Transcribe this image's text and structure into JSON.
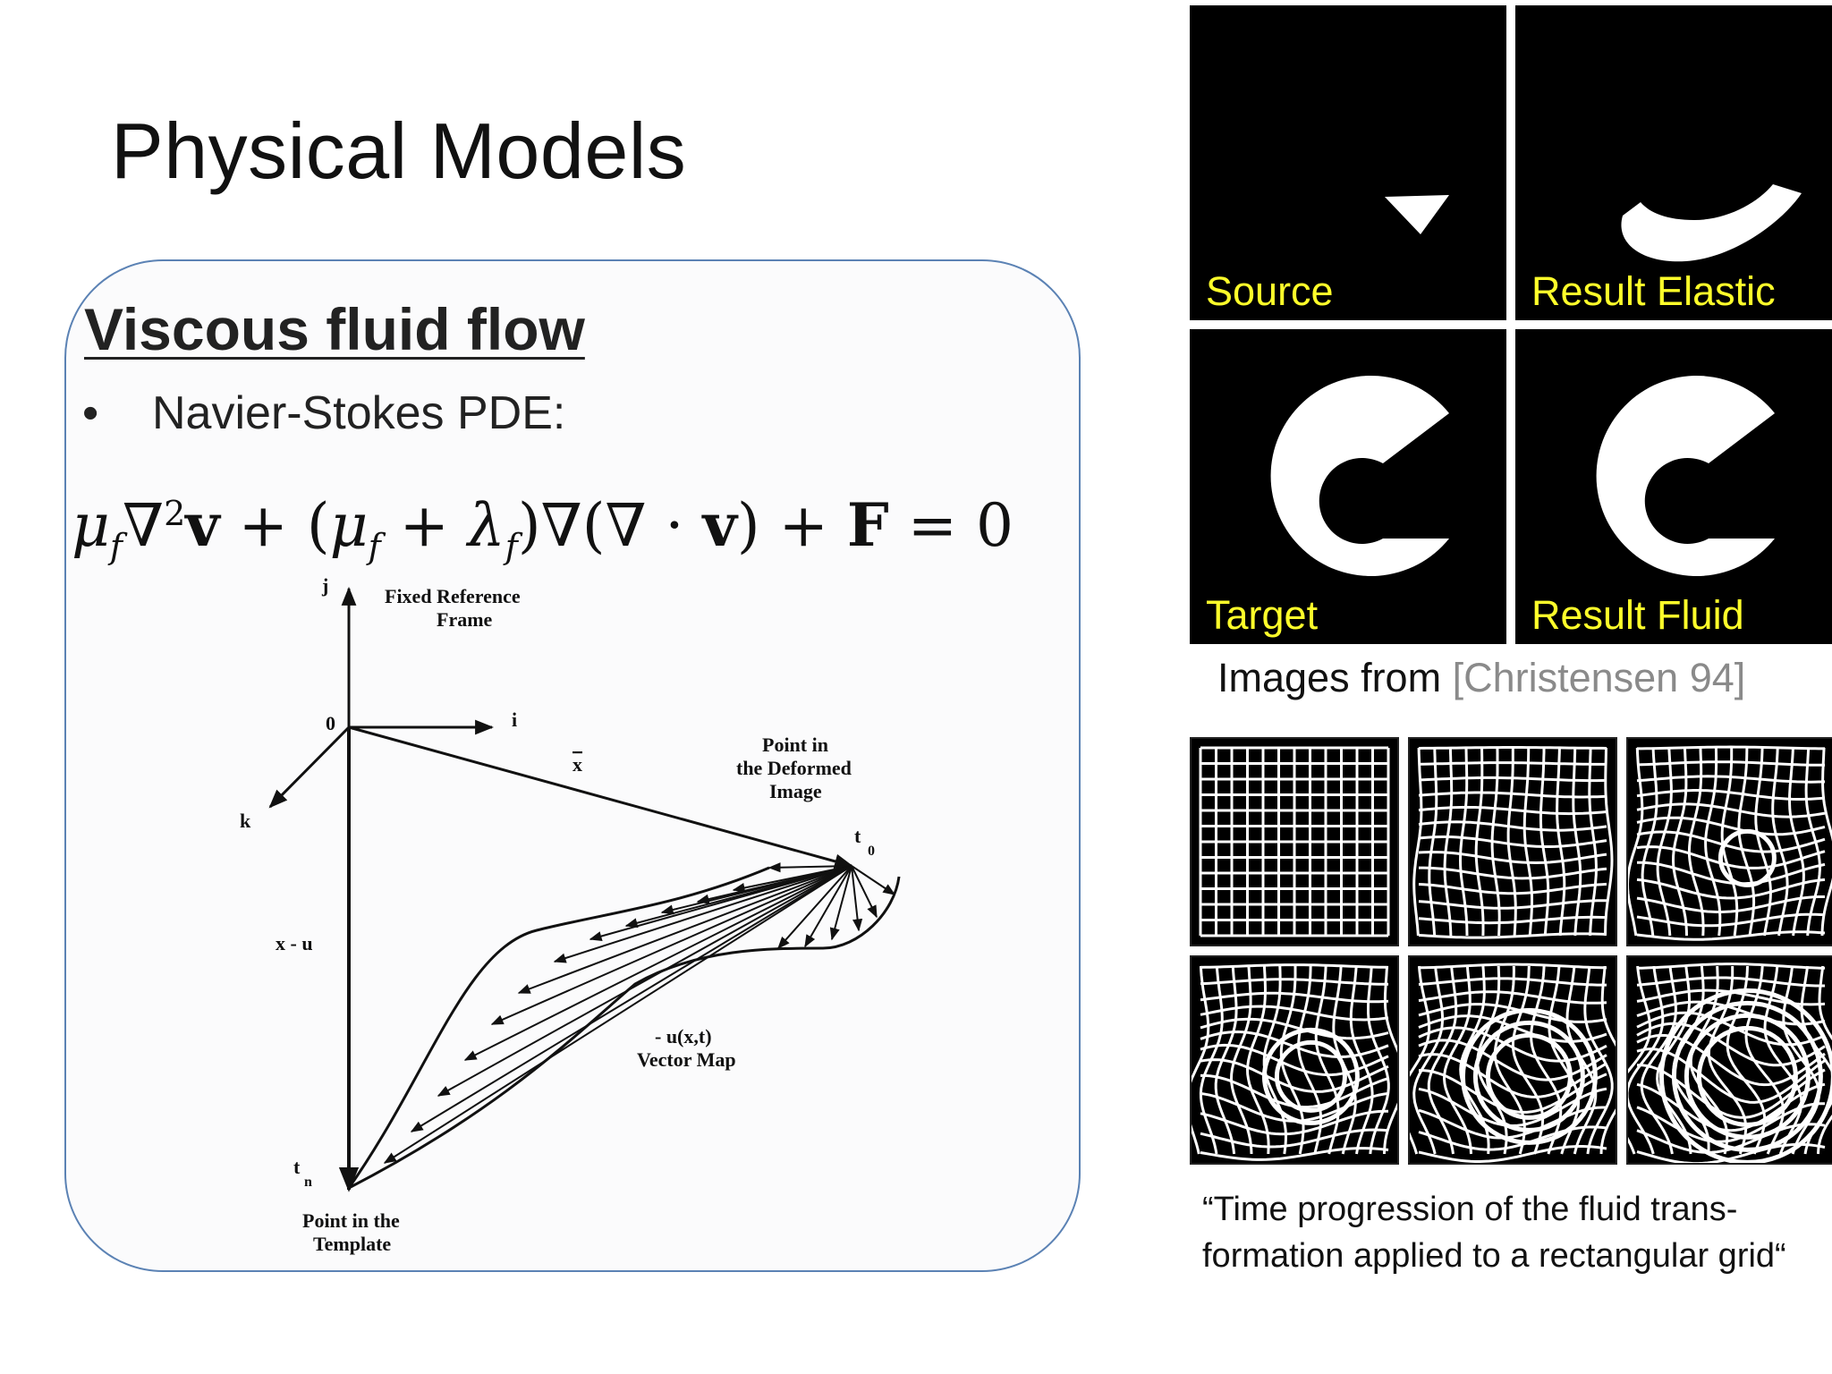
{
  "slide": {
    "title": "Physical Models",
    "panel": {
      "heading": "Viscous fluid flow",
      "bullet_symbol": "•",
      "bullet_text": "Navier-Stokes PDE:",
      "equation": {
        "mu": "μ",
        "f": "f",
        "nabla": "∇",
        "two": "2",
        "v": "v",
        "plus": "+",
        "open_paren": "(",
        "close_paren": ")",
        "lambda": "λ",
        "dot": "·",
        "F": "F",
        "eq": "=",
        "zero": "0"
      },
      "diagram": {
        "label_j": "j",
        "label_i": "i",
        "label_k": "k",
        "label_o": "0",
        "fixed_reference_1": "Fixed Reference",
        "fixed_reference_2": "Frame",
        "x_bar": "x",
        "point_deformed_1": "Point in",
        "point_deformed_2": "the Deformed",
        "point_deformed_3": "Image",
        "t0": "t",
        "t0_sub": "0",
        "x_minus_u": "x - u",
        "vector_map_1": "- u(x,t)",
        "vector_map_2": "Vector Map",
        "tn": "t",
        "tn_sub": "n",
        "template_1": "Point in the",
        "template_2": "Template"
      }
    },
    "tiles": [
      {
        "label": "Source"
      },
      {
        "label": "Result Elastic"
      },
      {
        "label": "Target"
      },
      {
        "label": "Result Fluid"
      }
    ],
    "images_caption": "Images from ",
    "images_ref": "[Christensen 94]",
    "grid_caption_line1": "“Time progression of the fluid trans-",
    "grid_caption_line2": "formation applied to a rectangular grid“",
    "colors": {
      "panel_border": "#5b82b4",
      "label_yellow": "#ffff2a",
      "ref_gray": "#8a8a8a"
    }
  }
}
